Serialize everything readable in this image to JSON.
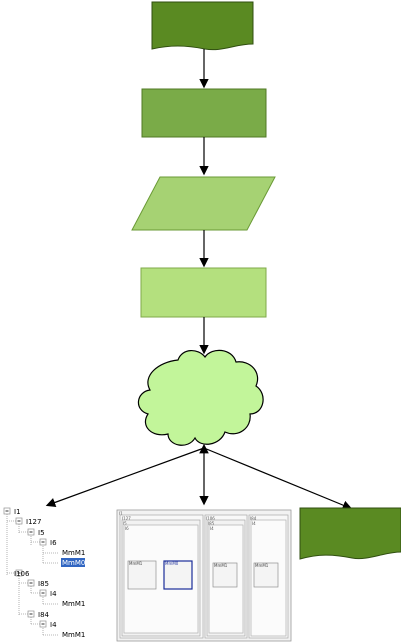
{
  "colors": {
    "dark_green": "#5a8a22",
    "mid_green": "#7aab48",
    "light_green": "#a6d273",
    "pale_green": "#b4e07e",
    "cloud_green": "#c2f59a",
    "selection_blue": "#3166c2"
  },
  "tree": {
    "nodes": [
      {
        "id": "root",
        "label": "I1"
      },
      {
        "id": "n127",
        "label": "I127"
      },
      {
        "id": "n5",
        "label": "I5"
      },
      {
        "id": "n6",
        "label": "I6"
      },
      {
        "id": "leaf1",
        "label": "MmM1"
      },
      {
        "id": "leaf2",
        "label": "MmM0",
        "selected": true
      },
      {
        "id": "n106",
        "label": "I106"
      },
      {
        "id": "n85",
        "label": "I85"
      },
      {
        "id": "n4a",
        "label": "I4"
      },
      {
        "id": "leaf3",
        "label": "MmM1"
      },
      {
        "id": "n84",
        "label": "I84"
      },
      {
        "id": "n4b",
        "label": "I4"
      },
      {
        "id": "leaf4",
        "label": "MmM1"
      }
    ]
  },
  "nested_preview": {
    "outer_label": "I1",
    "left_group_label": "I127",
    "left_inner_label": "I5",
    "left_inner2_label": "I6",
    "mid_group_label": "I106",
    "mid_inner_label": "I85",
    "mid_inner2_label": "I4",
    "right_group_label": "I84",
    "right_inner_label": "I4",
    "box_labels": [
      "MmM1",
      "MmM0",
      "MmM1",
      "MmM1"
    ]
  }
}
